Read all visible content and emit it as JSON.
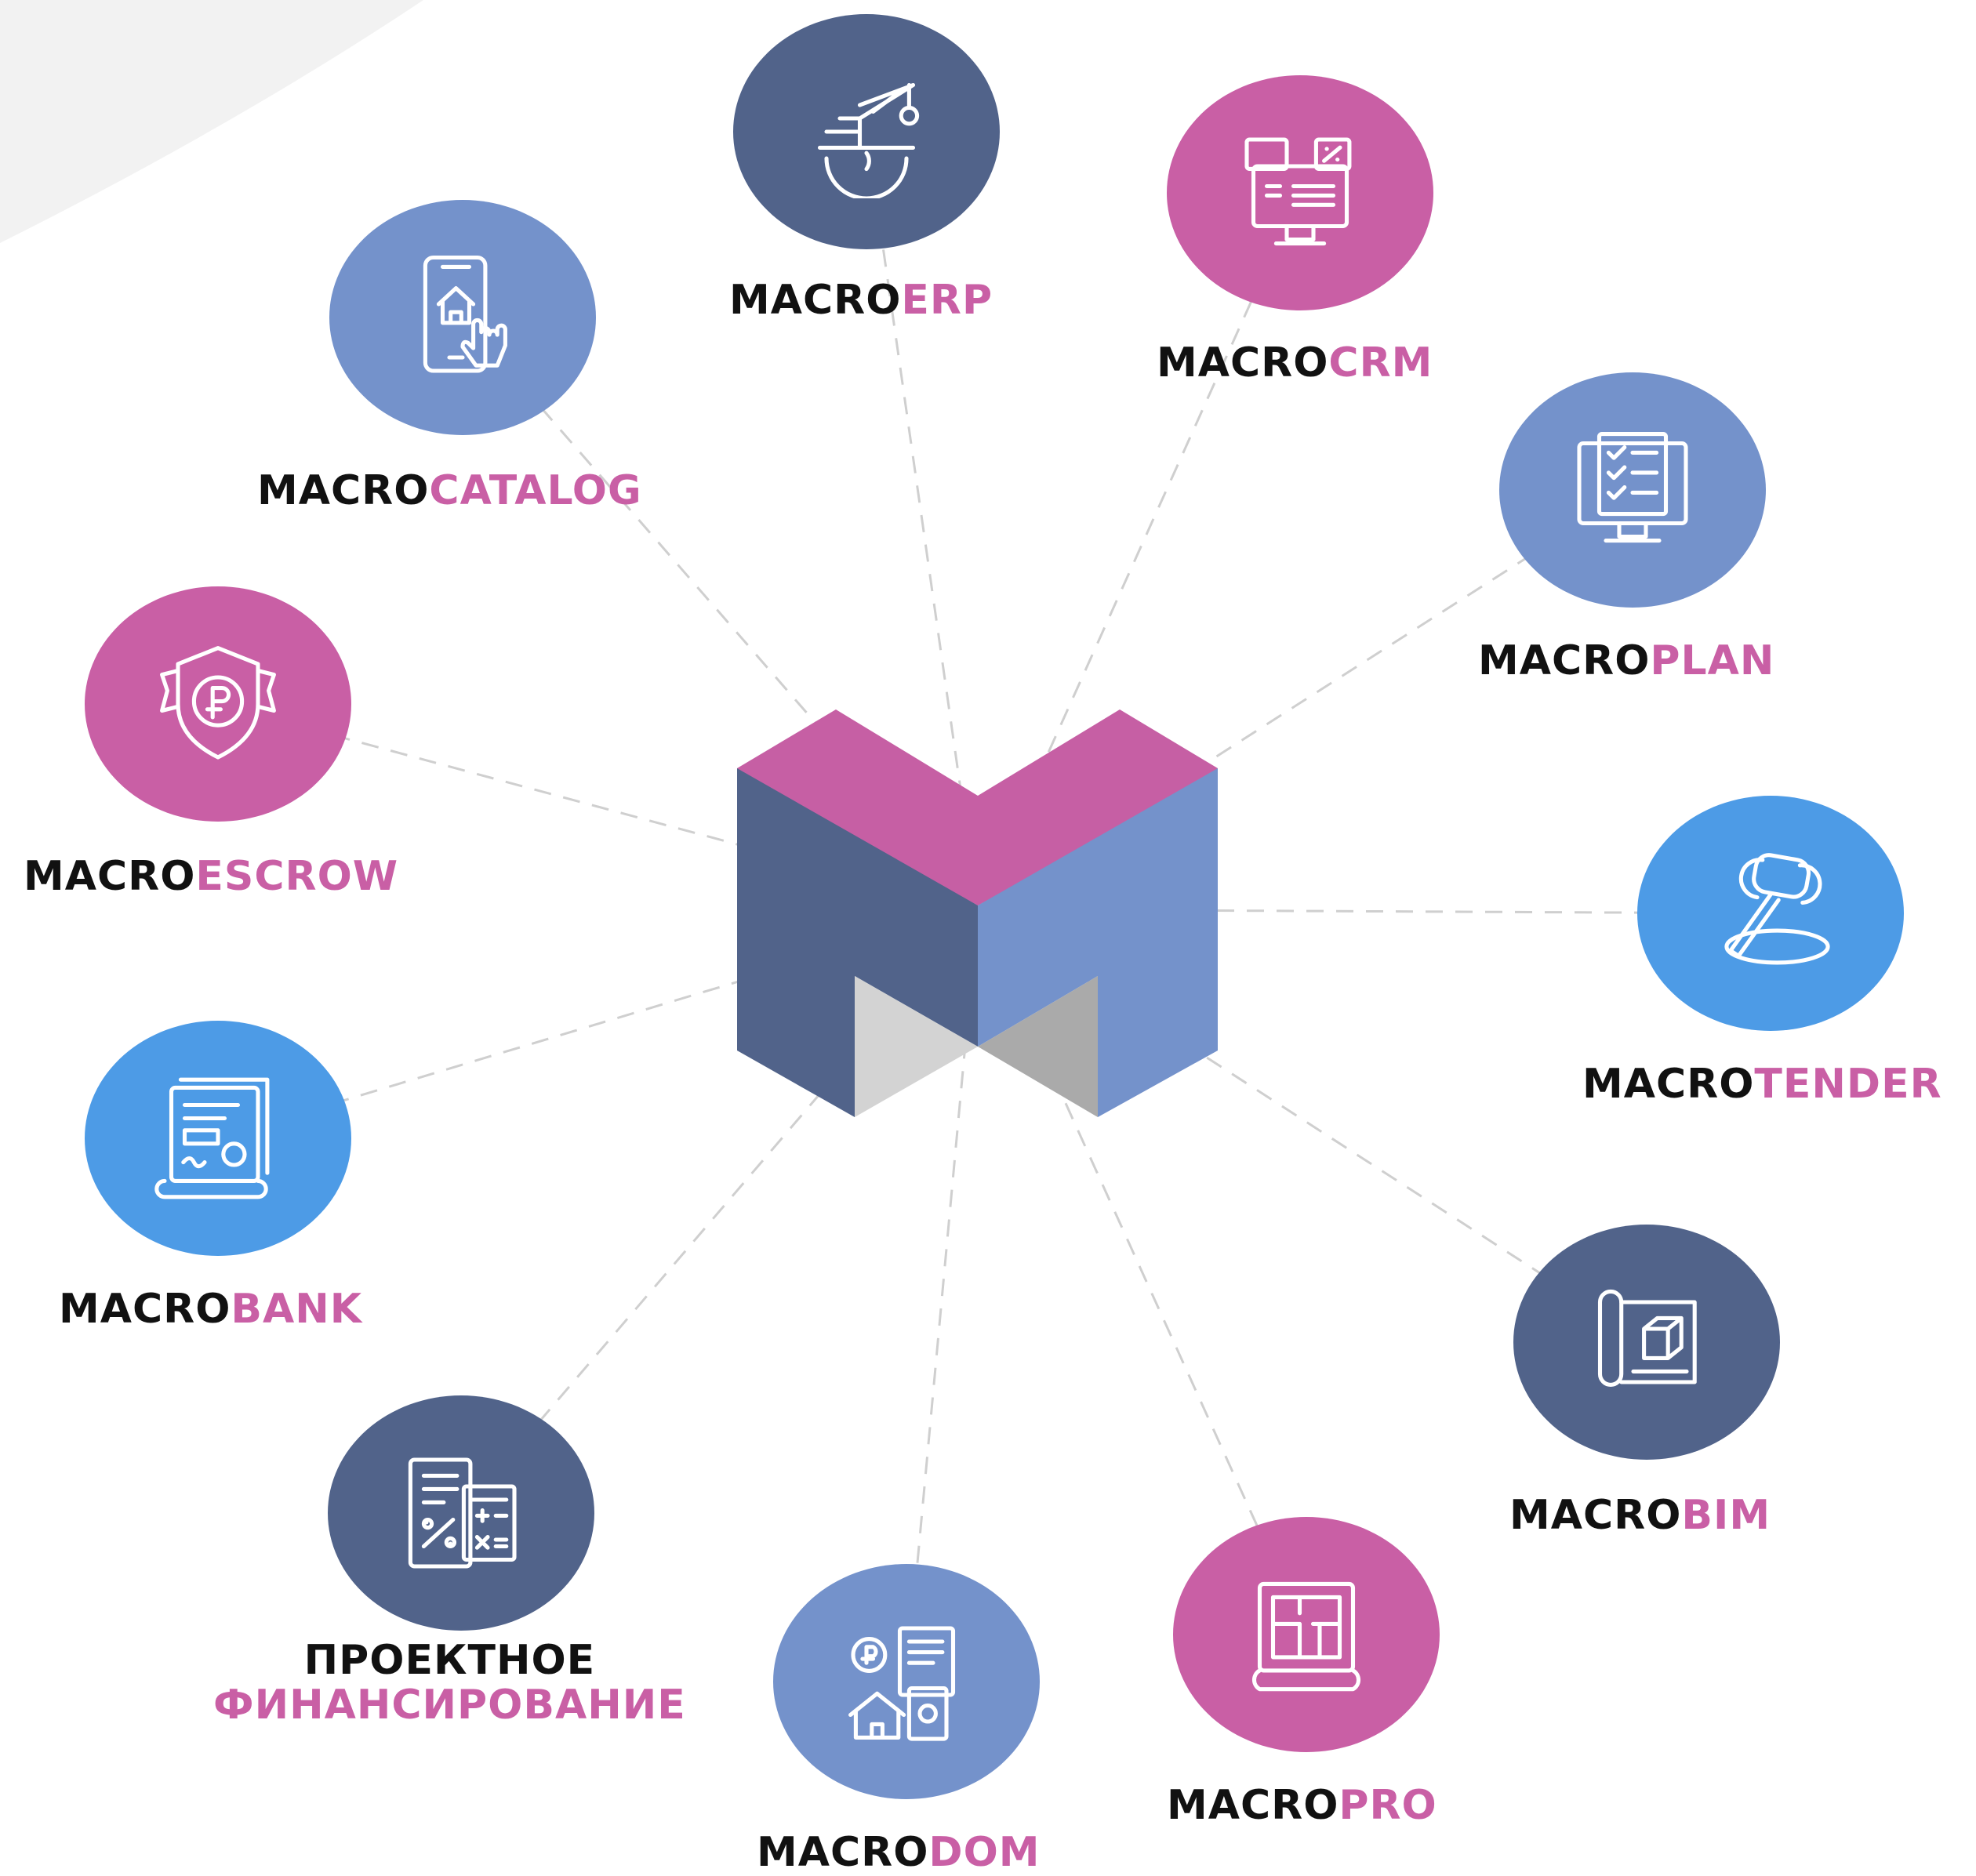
{
  "colors": {
    "pink": "#c95fa5",
    "navy": "#51638a",
    "periwinkle": "#7492cb",
    "sky": "#4d9be6",
    "text_dark": "#111111",
    "line": "#cfcfcf",
    "center_top": "#c65fa4",
    "center_left": "#51638a",
    "center_right": "#7492cb",
    "center_notch_light": "#d3d3d3",
    "center_notch_dark": "#aaaaaa"
  },
  "center_logo": {
    "name": "macro-logo",
    "letter": "M"
  },
  "nodes": [
    {
      "id": "erp",
      "prefix": "MACRO",
      "suffix": "ERP",
      "color": "#51638a",
      "icon": "crane-gear-icon"
    },
    {
      "id": "crm",
      "prefix": "MACRO",
      "suffix": "CRM",
      "color": "#c95fa5",
      "icon": "monitor-dashboard-icon"
    },
    {
      "id": "plan",
      "prefix": "MACRO",
      "suffix": "PLAN",
      "color": "#7492cb",
      "icon": "checklist-clipboard-icon"
    },
    {
      "id": "tender",
      "prefix": "MACRO",
      "suffix": "TENDER",
      "color": "#4d9be6",
      "icon": "gavel-icon"
    },
    {
      "id": "bim",
      "prefix": "MACRO",
      "suffix": "BIM",
      "color": "#51638a",
      "icon": "blueprint-cube-icon"
    },
    {
      "id": "pro",
      "prefix": "MACRO",
      "suffix": "PRO",
      "color": "#c95fa5",
      "icon": "floorplan-scroll-icon"
    },
    {
      "id": "dom",
      "prefix": "MACRO",
      "suffix": "DOM",
      "color": "#7492cb",
      "icon": "house-money-documents-icon"
    },
    {
      "id": "finance",
      "prefix": "ПРОЕКТНОЕ",
      "suffix": "ФИНАНСИРОВАНИЕ",
      "color": "#51638a",
      "icon": "calculator-percent-icon",
      "two_line": true
    },
    {
      "id": "bank",
      "prefix": "MACRO",
      "suffix": "BANK",
      "color": "#4d9be6",
      "icon": "certificate-scroll-icon"
    },
    {
      "id": "escrow",
      "prefix": "MACRO",
      "suffix": "ESCROW",
      "color": "#c95fa5",
      "icon": "shield-ruble-icon"
    },
    {
      "id": "catalog",
      "prefix": "MACRO",
      "suffix": "CATALOG",
      "color": "#7492cb",
      "icon": "smartphone-house-icon"
    }
  ]
}
